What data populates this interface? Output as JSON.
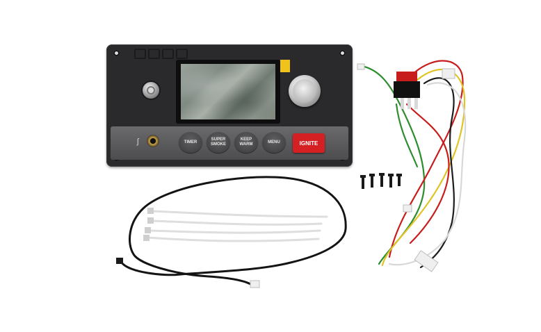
{
  "panel": {
    "probe_label": "ʃ",
    "buttons": [
      {
        "id": "timer",
        "label": "TIMER"
      },
      {
        "id": "supersmoke",
        "label": "SUPER\nSMOKE"
      },
      {
        "id": "keepwarm",
        "label": "KEEP\nWARM"
      },
      {
        "id": "menu",
        "label": "MENU"
      }
    ],
    "ignite_label": "IGNITE"
  },
  "colors": {
    "panel": "#2a2a2c",
    "strip": "#5a5a5c",
    "ignite": "#d41f23",
    "tape": "#f0c21a"
  }
}
